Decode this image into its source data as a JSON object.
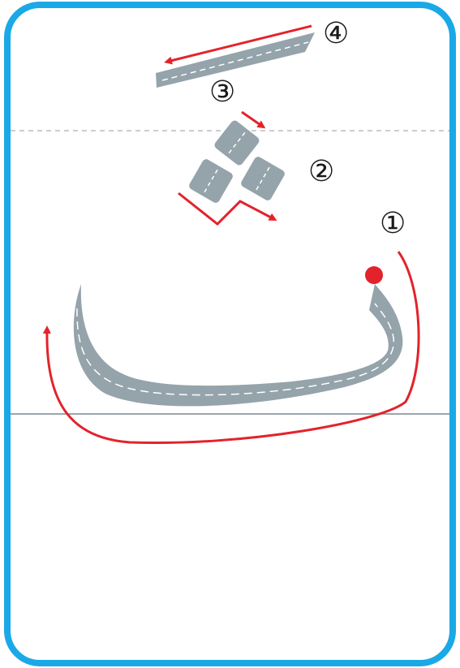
{
  "colors": {
    "frame": "#1aa9e6",
    "road": "#95a3ab",
    "road_dash": "#ffffff",
    "arrow": "#e3232b",
    "start_dot": "#e3232b",
    "baseline": "#7a8791",
    "guideline": "#b5bdc3"
  },
  "strokes": [
    {
      "number": "①",
      "part": "body-curve"
    },
    {
      "number": "②",
      "part": "lower-dots"
    },
    {
      "number": "③",
      "part": "upper-dot"
    },
    {
      "number": "④",
      "part": "top-bar"
    }
  ]
}
